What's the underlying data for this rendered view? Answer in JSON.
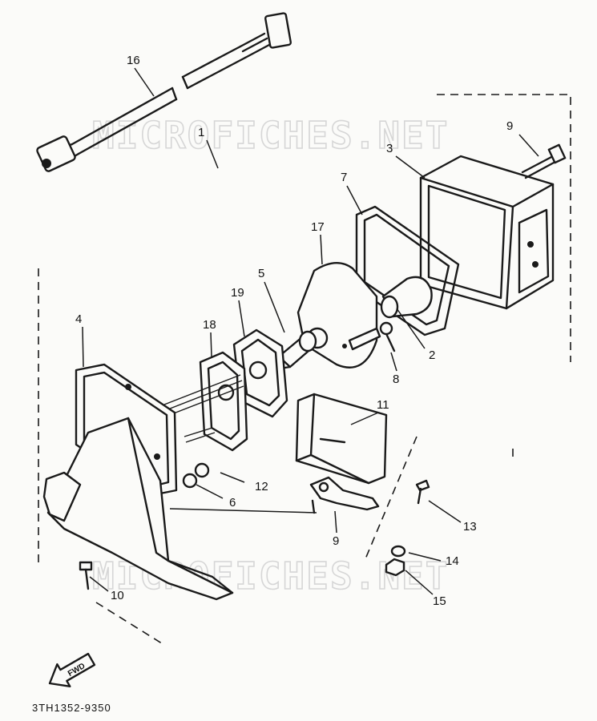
{
  "diagram": {
    "watermark": "MICROFICHES.NET",
    "part_code": "3TH1352-9350",
    "direction_marker": "FWD",
    "callouts": {
      "c1": "1",
      "c2": "2",
      "c3": "3",
      "c4": "4",
      "c5": "5",
      "c6": "6",
      "c7": "7",
      "c8": "8",
      "c9a": "9",
      "c9b": "9",
      "c10": "10",
      "c11": "11",
      "c12": "12",
      "c13": "13",
      "c14": "14",
      "c15": "15",
      "c16": "16",
      "c17": "17",
      "c18": "18",
      "c19": "19"
    }
  }
}
